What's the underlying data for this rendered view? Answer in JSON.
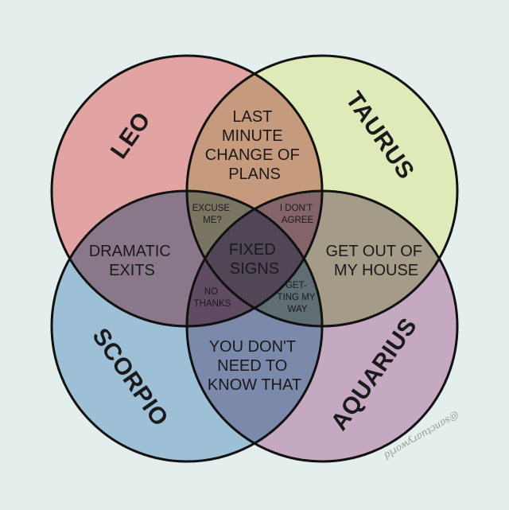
{
  "signs": {
    "leo": "LEO",
    "taurus": "TAURUS",
    "scorpio": "SCORPIO",
    "aquarius": "AQUARIUS"
  },
  "regions": {
    "leo_taurus": [
      "LAST",
      "MINUTE",
      "CHANGE OF",
      "PLANS"
    ],
    "leo_scorpio": [
      "DRAMATIC",
      "EXITS"
    ],
    "taurus_aquarius": [
      "GET OUT OF",
      "MY HOUSE"
    ],
    "scorpio_aquarius": [
      "YOU DON'T",
      "NEED TO",
      "KNOW THAT"
    ],
    "center": [
      "FIXED",
      "SIGNS"
    ],
    "leo_taurus_scorpio": [
      "EXCUSE",
      "ME?"
    ],
    "leo_taurus_aquarius": [
      "I DON'T",
      "AGREE"
    ],
    "leo_scorpio_aquarius": [
      "NO",
      "THANKS"
    ],
    "taurus_scorpio_aquarius": [
      "GET-",
      "TING MY",
      "WAY"
    ]
  },
  "watermark": "@sanctuaryworld",
  "colors": {
    "background": "#e4eeed",
    "leo": "#e2a3a3",
    "taurus": "#dfeab9",
    "scorpio": "#9dc0d6",
    "aquarius": "#c4a9c1",
    "leo_taurus": "#c59a7d",
    "leo_scorpio": "#88788a",
    "taurus_aquarius": "#a49c89",
    "scorpio_aquarius": "#7b8aab",
    "center": "#514656",
    "excuse_me": "#7a7462",
    "i_dont_agree": "#836569",
    "no_thanks": "#5f4b62",
    "getting_my_way": "#5f6e72"
  }
}
